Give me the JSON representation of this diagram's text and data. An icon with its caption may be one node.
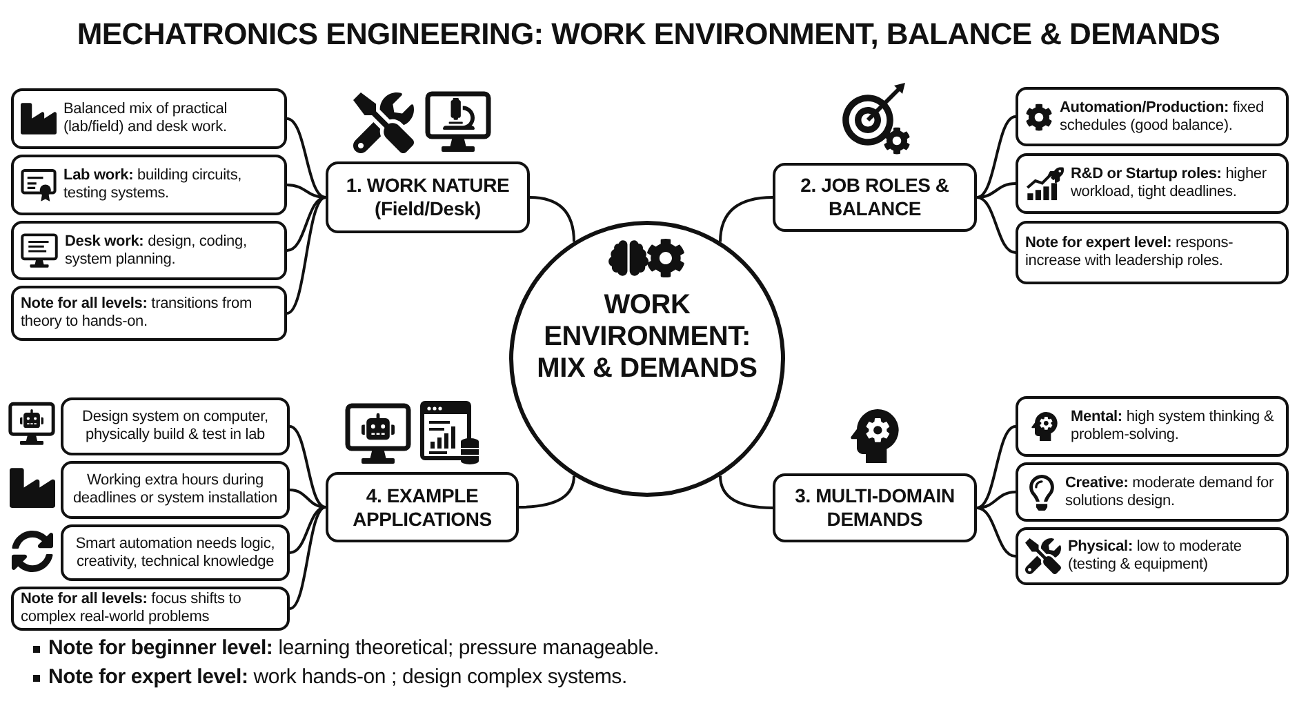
{
  "diagram": {
    "title": "MECHATRONICS ENGINEERING: WORK ENVIRONMENT, BALANCE & DEMANDS",
    "nodes": [
      {
        "text": [
          "WORK ENVIRONMENT: MIX & DEMANDS"
        ]
      },
      {
        "text": [
          "1. WORK NATURE (Field/Desk)"
        ]
      },
      {
        "text": [
          "Balanced mix of practical (lab/field) and desk work."
        ]
      },
      {
        "text": [
          "**Lab work:** building circuits, testing systems."
        ]
      },
      {
        "text": [
          "**Desk work:** design, coding, system planning."
        ]
      },
      {
        "text": [
          "**Note for all levels:** transitions from theory to hands-on."
        ]
      },
      {
        "text": [
          "2. JOB ROLES & BALANCE"
        ]
      },
      {
        "text": [
          "**Automation/Production:** fixed schedules (good balance)."
        ]
      },
      {
        "text": [
          "**R&D or Startup roles:** higher workload, tight deadlines."
        ]
      },
      {
        "text": [
          "**Note for expert level:** respons- increase with leadership roles."
        ]
      },
      {
        "text": [
          "3. MULTI-DOMAIN DEMANDS"
        ]
      },
      {
        "text": [
          "**Mental:** high system thinking & problem-solving."
        ]
      },
      {
        "text": [
          "**Creative:** moderate demand for solutions design."
        ]
      },
      {
        "text": [
          "**Physical:** low to moderate (testing & equipment)"
        ]
      },
      {
        "text": [
          "4. EXAMPLE APPLICATIONS"
        ]
      },
      {
        "text": [
          "Design system on computer, physically build & test in lab"
        ]
      },
      {
        "text": [
          "Working extra hours during deadlines or system installation"
        ]
      },
      {
        "text": [
          "Smart automation needs logic, creativity, technical knowledge"
        ]
      },
      {
        "text": [
          "**Note for all levels:** focus shifts to complex real-world problems"
        ]
      }
    ],
    "edges": [
      {
        "from": 0,
        "to": 1,
        "arrow": "none"
      },
      {
        "from": 1,
        "to": 2,
        "arrow": "none"
      },
      {
        "from": 1,
        "to": 3,
        "arrow": "none"
      },
      {
        "from": 1,
        "to": 4,
        "arrow": "none"
      },
      {
        "from": 1,
        "to": 5,
        "arrow": "none"
      },
      {
        "from": 0,
        "to": 6,
        "arrow": "none"
      },
      {
        "from": 6,
        "to": 7,
        "arrow": "none"
      },
      {
        "from": 6,
        "to": 8,
        "arrow": "none"
      },
      {
        "from": 6,
        "to": 9,
        "arrow": "none"
      },
      {
        "from": 0,
        "to": 10,
        "arrow": "none"
      },
      {
        "from": 10,
        "to": 11,
        "arrow": "none"
      },
      {
        "from": 10,
        "to": 12,
        "arrow": "none"
      },
      {
        "from": 10,
        "to": 13,
        "arrow": "none"
      },
      {
        "from": 0,
        "to": 14,
        "arrow": "none"
      },
      {
        "from": 14,
        "to": 15,
        "arrow": "none"
      },
      {
        "from": 14,
        "to": 16,
        "arrow": "none"
      },
      {
        "from": 14,
        "to": 17,
        "arrow": "none"
      },
      {
        "from": 14,
        "to": 18,
        "arrow": "none"
      }
    ],
    "labels": [
      "**Note for beginner level:** learning theoretical; pressure manageable.",
      "**Note for expert level:** work hands-on ; design complex systems."
    ]
  }
}
